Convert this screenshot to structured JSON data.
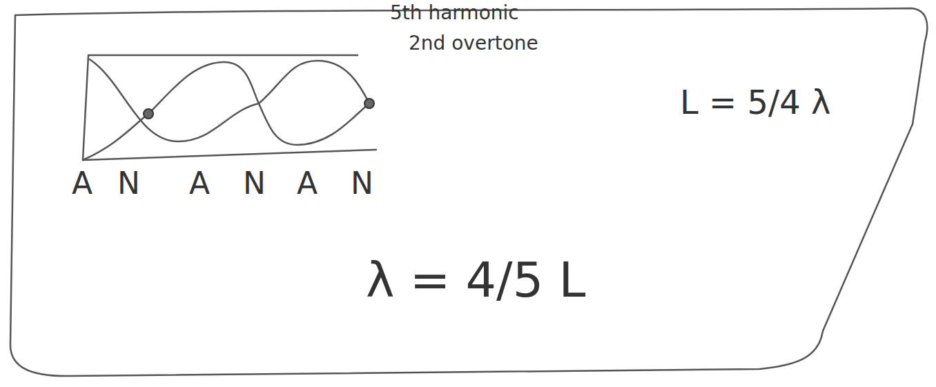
{
  "diagram": {
    "labels": [
      "5th harmonic",
      "2nd overtone",
      "A",
      "N",
      "A",
      "N",
      "A",
      "N",
      "L = 5/4 λ",
      "λ = 4/5 L"
    ]
  }
}
